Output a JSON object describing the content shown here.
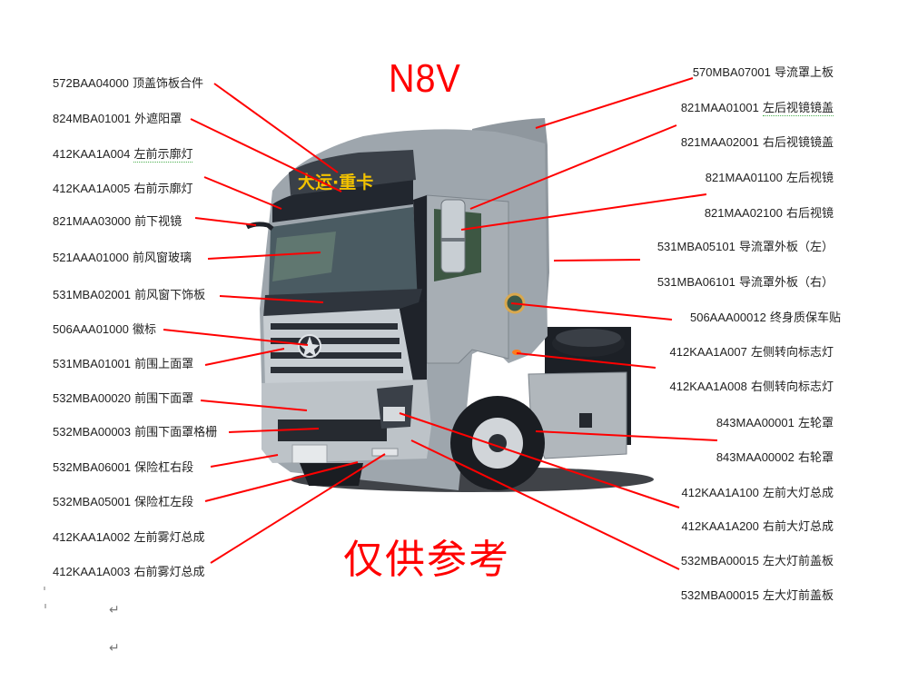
{
  "title": "N8V",
  "watermark": "仅供参考",
  "colors": {
    "accent": "#ff0000",
    "text": "#222222",
    "truck_body": "#a9b0b6",
    "truck_dark": "#2b3038",
    "sign_yellow": "#f2c200"
  },
  "truck_sign": "大运·重卡",
  "left_labels": [
    {
      "code": "572BAA04000",
      "name": "顶盖饰板合件"
    },
    {
      "code": "824MBA01001",
      "name": "外遮阳罩"
    },
    {
      "code": "412KAA1A004",
      "name": "左前示廓灯"
    },
    {
      "code": "412KAA1A005",
      "name": "右前示廓灯"
    },
    {
      "code": "821MAA03000",
      "name": "前下视镜"
    },
    {
      "code": "521AAA01000",
      "name": "前风窗玻璃"
    },
    {
      "code": "531MBA02001",
      "name": "前风窗下饰板"
    },
    {
      "code": "506AAA01000",
      "name": "徽标"
    },
    {
      "code": "531MBA01001",
      "name": "前围上面罩"
    },
    {
      "code": "532MBA00020",
      "name": "前围下面罩"
    },
    {
      "code": "532MBA00003",
      "name": "前围下面罩格栅"
    },
    {
      "code": "532MBA06001",
      "name": "保险杠右段"
    },
    {
      "code": "532MBA05001",
      "name": "保险杠左段"
    },
    {
      "code": "412KAA1A002",
      "name": "左前雾灯总成"
    },
    {
      "code": "412KAA1A003",
      "name": "右前雾灯总成"
    }
  ],
  "right_labels": [
    {
      "code": "570MBA07001",
      "name": "导流罩上板"
    },
    {
      "code": "821MAA01001",
      "name": "左后视镜镜盖"
    },
    {
      "code": "821MAA02001",
      "name": "右后视镜镜盖"
    },
    {
      "code": "821MAA01100",
      "name": "左后视镜"
    },
    {
      "code": "821MAA02100",
      "name": "右后视镜"
    },
    {
      "code": "531MBA05101",
      "name": "导流罩外板（左）"
    },
    {
      "code": "531MBA06101",
      "name": "导流罩外板（右）"
    },
    {
      "code": "506AAA00012",
      "name": "终身质保车贴"
    },
    {
      "code": "412KAA1A007",
      "name": "左侧转向标志灯"
    },
    {
      "code": "412KAA1A008",
      "name": "右侧转向标志灯"
    },
    {
      "code": "843MAA00001",
      "name": "左轮罩"
    },
    {
      "code": "843MAA00002",
      "name": "右轮罩"
    },
    {
      "code": "412KAA1A100",
      "name": "左前大灯总成"
    },
    {
      "code": "412KAA1A200",
      "name": "右前大灯总成"
    },
    {
      "code": "532MBA00015",
      "name": "左大灯前盖板"
    },
    {
      "code": "532MBA00015",
      "name": "左大灯前盖板"
    }
  ],
  "paragraph_marks": [
    "↵",
    "↵"
  ]
}
